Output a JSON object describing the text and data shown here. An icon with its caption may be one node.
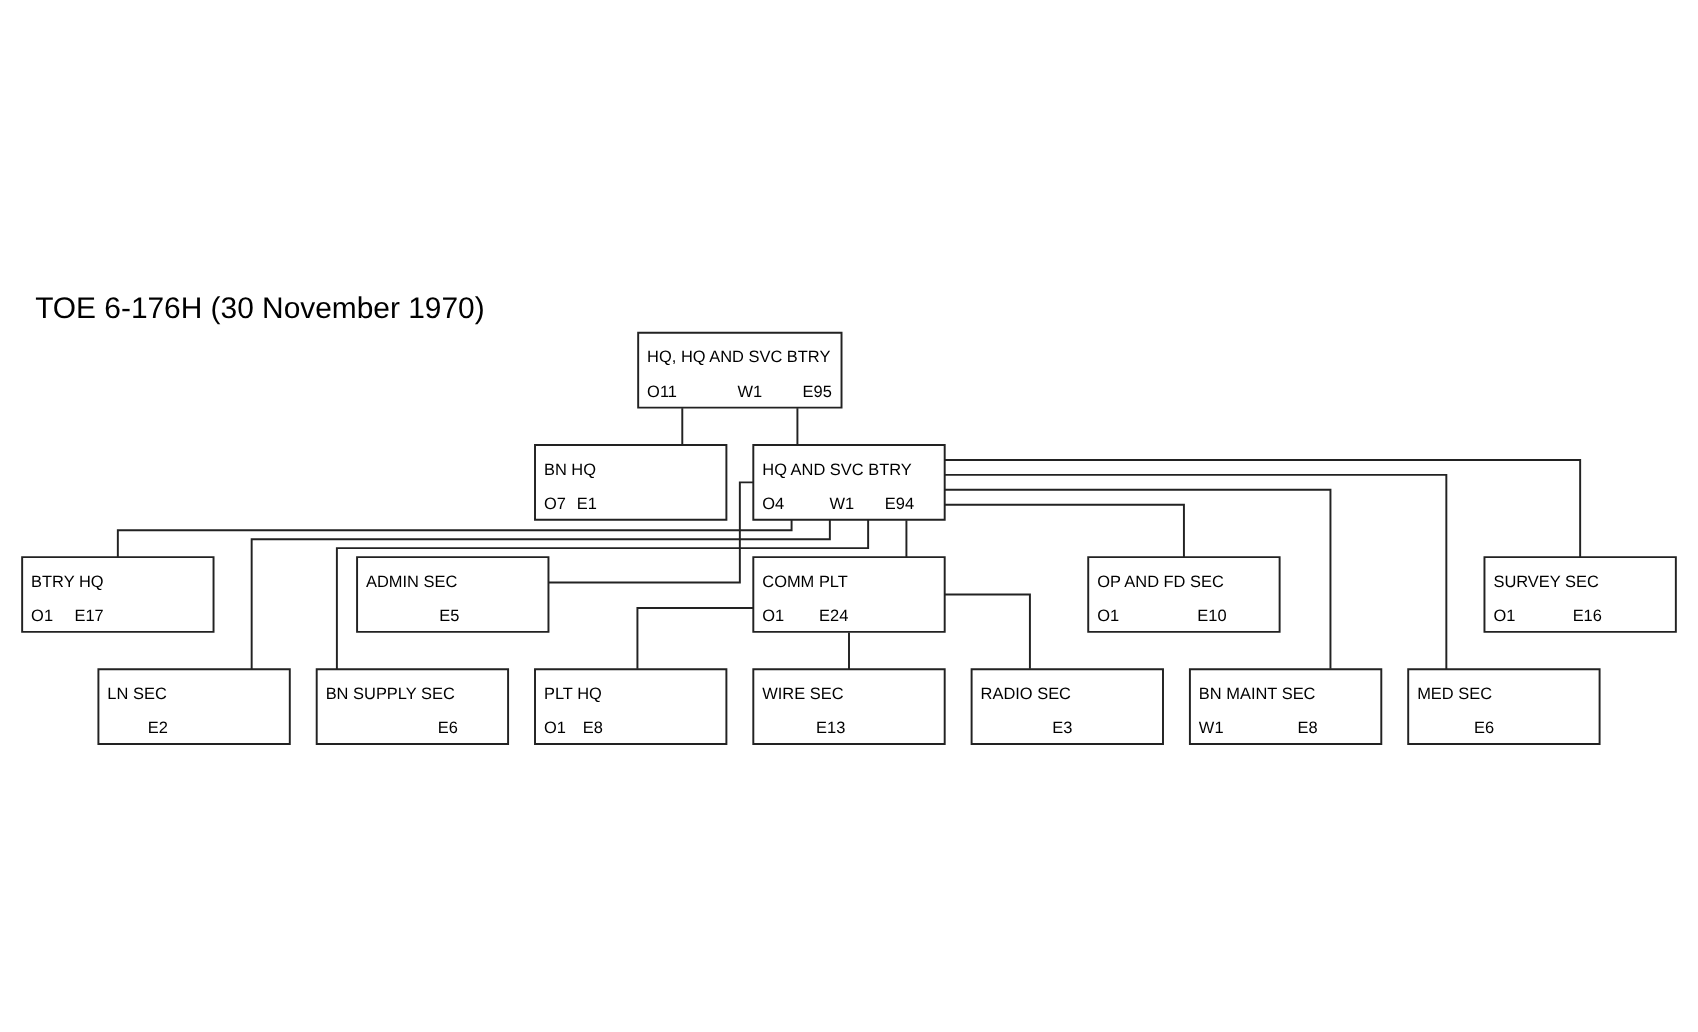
{
  "diagram": {
    "title": "TOE 6-176H (30 November 1970)",
    "nodes": [
      {
        "text": [
          "HQ, HQ AND SVC BTRY",
          "O11",
          "W1",
          "E95"
        ]
      },
      {
        "text": [
          "BN HQ",
          "O7",
          "E1"
        ]
      },
      {
        "text": [
          "HQ AND SVC BTRY",
          "O4",
          "W1",
          "E94"
        ]
      },
      {
        "text": [
          "BTRY HQ",
          "O1",
          "E17"
        ]
      },
      {
        "text": [
          "LN SEC",
          "E2"
        ]
      },
      {
        "text": [
          "ADMIN SEC",
          "E5"
        ]
      },
      {
        "text": [
          "BN SUPPLY SEC",
          "E6"
        ]
      },
      {
        "text": [
          "COMM PLT",
          "O1",
          "E24"
        ]
      },
      {
        "text": [
          "BN MAINT SEC",
          "W1",
          "E8"
        ]
      },
      {
        "text": [
          "OP AND FD SEC",
          "O1",
          "E10"
        ]
      },
      {
        "text": [
          "MED SEC",
          "E6"
        ]
      },
      {
        "text": [
          "SURVEY SEC",
          "O1",
          "E16"
        ]
      },
      {
        "text": [
          "PLT HQ",
          "O1",
          "E8"
        ]
      },
      {
        "text": [
          "WIRE SEC",
          "E13"
        ]
      },
      {
        "text": [
          "RADIO SEC",
          "E3"
        ]
      }
    ],
    "edges": [
      {
        "from": 0,
        "to": 1,
        "arrow": "none"
      },
      {
        "from": 0,
        "to": 2,
        "arrow": "none"
      },
      {
        "from": 2,
        "to": 3,
        "arrow": "none"
      },
      {
        "from": 2,
        "to": 4,
        "arrow": "none"
      },
      {
        "from": 2,
        "to": 5,
        "arrow": "none"
      },
      {
        "from": 2,
        "to": 6,
        "arrow": "none"
      },
      {
        "from": 2,
        "to": 7,
        "arrow": "none"
      },
      {
        "from": 2,
        "to": 8,
        "arrow": "none"
      },
      {
        "from": 2,
        "to": 9,
        "arrow": "none"
      },
      {
        "from": 2,
        "to": 10,
        "arrow": "none"
      },
      {
        "from": 2,
        "to": 11,
        "arrow": "none"
      },
      {
        "from": 7,
        "to": 12,
        "arrow": "none"
      },
      {
        "from": 7,
        "to": 13,
        "arrow": "none"
      },
      {
        "from": 7,
        "to": 14,
        "arrow": "none"
      }
    ]
  }
}
